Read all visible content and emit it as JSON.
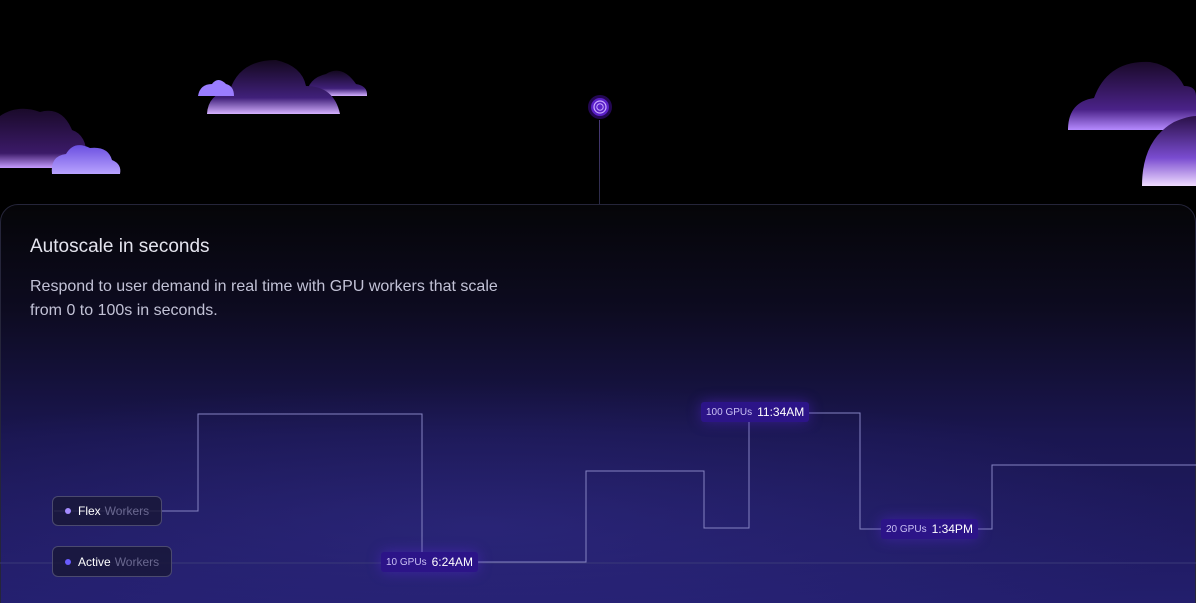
{
  "card": {
    "title": "Autoscale in seconds",
    "description": "Respond to user demand in real time with GPU workers that scale from 0 to 100s in seconds."
  },
  "legend": {
    "flex": {
      "label": "Flex",
      "suffix": "Workers",
      "dot_color": "#a58cff"
    },
    "active": {
      "label": "Active",
      "suffix": "Workers",
      "dot_color": "#6a5cff"
    }
  },
  "markers": [
    {
      "gpus": "10 GPUs",
      "time": "6:24AM"
    },
    {
      "gpus": "100 GPUs",
      "time": "11:34AM"
    },
    {
      "gpus": "20 GPUs",
      "time": "1:34PM"
    }
  ],
  "colors": {
    "accent": "#7b3cff",
    "line": "#8a88c8",
    "cloud": "#a477ff"
  }
}
